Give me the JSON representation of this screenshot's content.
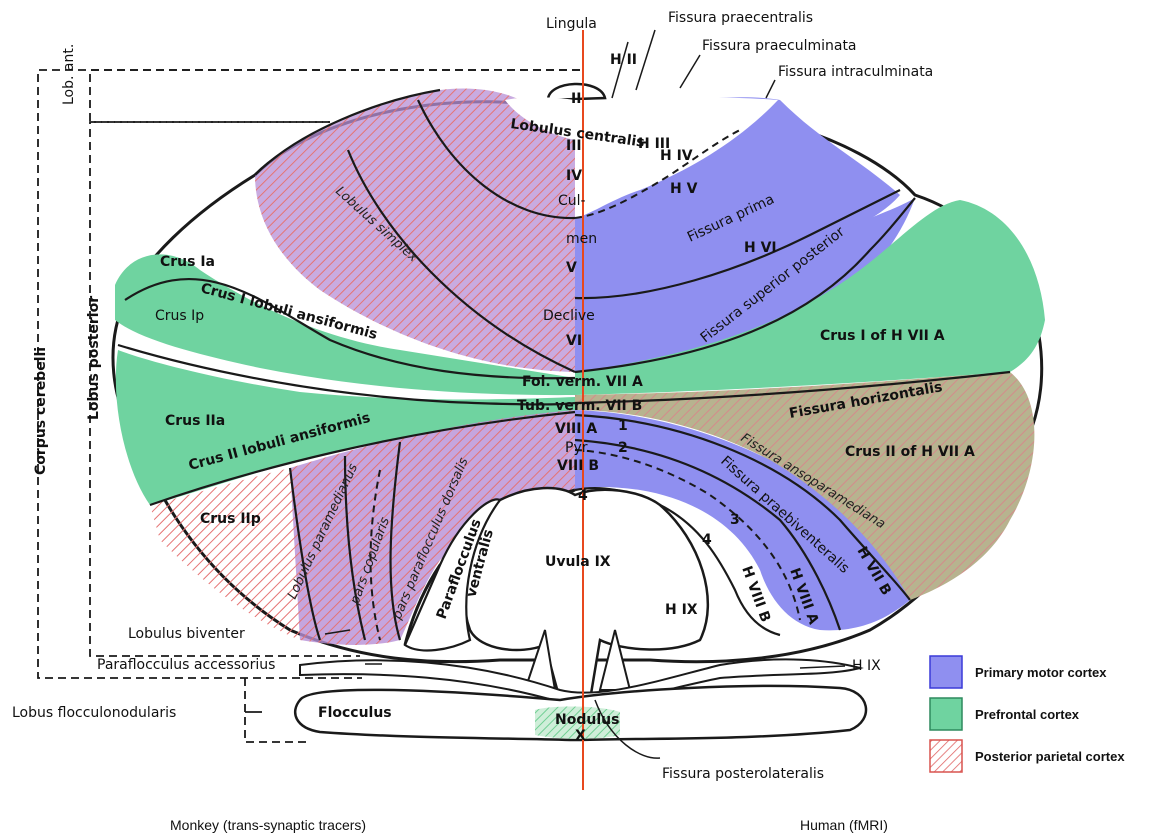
{
  "colors": {
    "motor": "#8f8ff0",
    "prefrontal": "#6fd3a0",
    "parietal_stripe": "#e88a8a",
    "midline": "#e8481e",
    "outline": "#1a1a1a"
  },
  "labels": {
    "lingula": "Lingula",
    "fissura_praecentralis": "Fissura praecentralis",
    "fissura_praeculminata": "Fissura praeculminata",
    "fissura_intraculminata": "Fissura intraculminata",
    "h_ii": "H II",
    "ii": "II",
    "lobulus_centralis": "Lobulus centralis",
    "h_iii": "H III",
    "iii": "III",
    "h_iv": "H IV",
    "iv": "IV",
    "h_v": "H V",
    "cul": "Cul-",
    "men": "men",
    "fissura_prima": "Fissura prima",
    "h_vi": "H VI",
    "v": "V",
    "lobulus_simplex": "Lobulus simplex",
    "declive": "Declive",
    "vi": "VI",
    "fissura_superior_posterior": "Fissura superior posterior",
    "crus_ia": "Crus Ia",
    "crus_ip": "Crus Ip",
    "crus_i_lobuli_ansiformis": "Crus I lobuli ansiformis",
    "crus_i_of_h_viia": "Crus I of H VII A",
    "fol_verm": "Fol. verm. VII A",
    "tub_verm": "Tub. verm. VII B",
    "fissura_horizontalis": "Fissura horizontalis",
    "crus_iia": "Crus IIa",
    "crus_ii_lobuli_ansiformis": "Crus II lobuli ansiformis",
    "viii_a": "VIII A",
    "pyr": "Pyr.",
    "viii_b": "VIII B",
    "num_1": "1",
    "num_2": "2",
    "num_3": "3",
    "num_4a": "4",
    "num_4b": "4",
    "fissura_ansoparamediana": "Fissura ansoparamediana",
    "crus_ii_of_h_viia": "Crus II of H VII A",
    "crus_iip": "Crus IIp",
    "fissura_praebiventeralis": "Fissura praebiventeralis",
    "lobulus_paramedianus": "Lobulus paramedianus",
    "pars_copularis": "pars copularis",
    "pars_paraflocculus_dorsalis": "pars paraflocculus dorsalis",
    "paraflocculus_ventralis_1": "Paraflocculus",
    "paraflocculus_ventralis_2": "ventralis",
    "uvula": "Uvula IX",
    "h_ix": "H IX",
    "h_viii_b": "H VIII B",
    "h_viii_a": "H VIII A",
    "h_vii_b": "H VII B",
    "lobulus_biventer": "Lobulus biventer",
    "paraflocculus_accessorius": "Paraflocculus accessorius",
    "h_ix_right": "H IX",
    "lobus_flocculonodularis": "Lobus flocculonodularis",
    "flocculus": "Flocculus",
    "nodulus": "Nodulus",
    "x": "X",
    "fissura_posterolateralis": "Fissura posterolateralis",
    "lob_ant": "Lob. ant.",
    "lobus_posterior": "Lobus posterior",
    "corpus_cerebelli": "Corpus cerebelli"
  },
  "legend": [
    {
      "label": "Primary motor cortex",
      "fill": "#8f8ff0",
      "border": "#3a3ad8"
    },
    {
      "label": "Prefrontal cortex",
      "fill": "#6fd3a0",
      "border": "#2e8a5e"
    },
    {
      "label": "Posterior parietal cortex",
      "fill": "#ffffff",
      "border": "#d9534f"
    }
  ],
  "captions": {
    "left": "Monkey (trans-synaptic tracers)",
    "right": "Human (fMRI)"
  }
}
